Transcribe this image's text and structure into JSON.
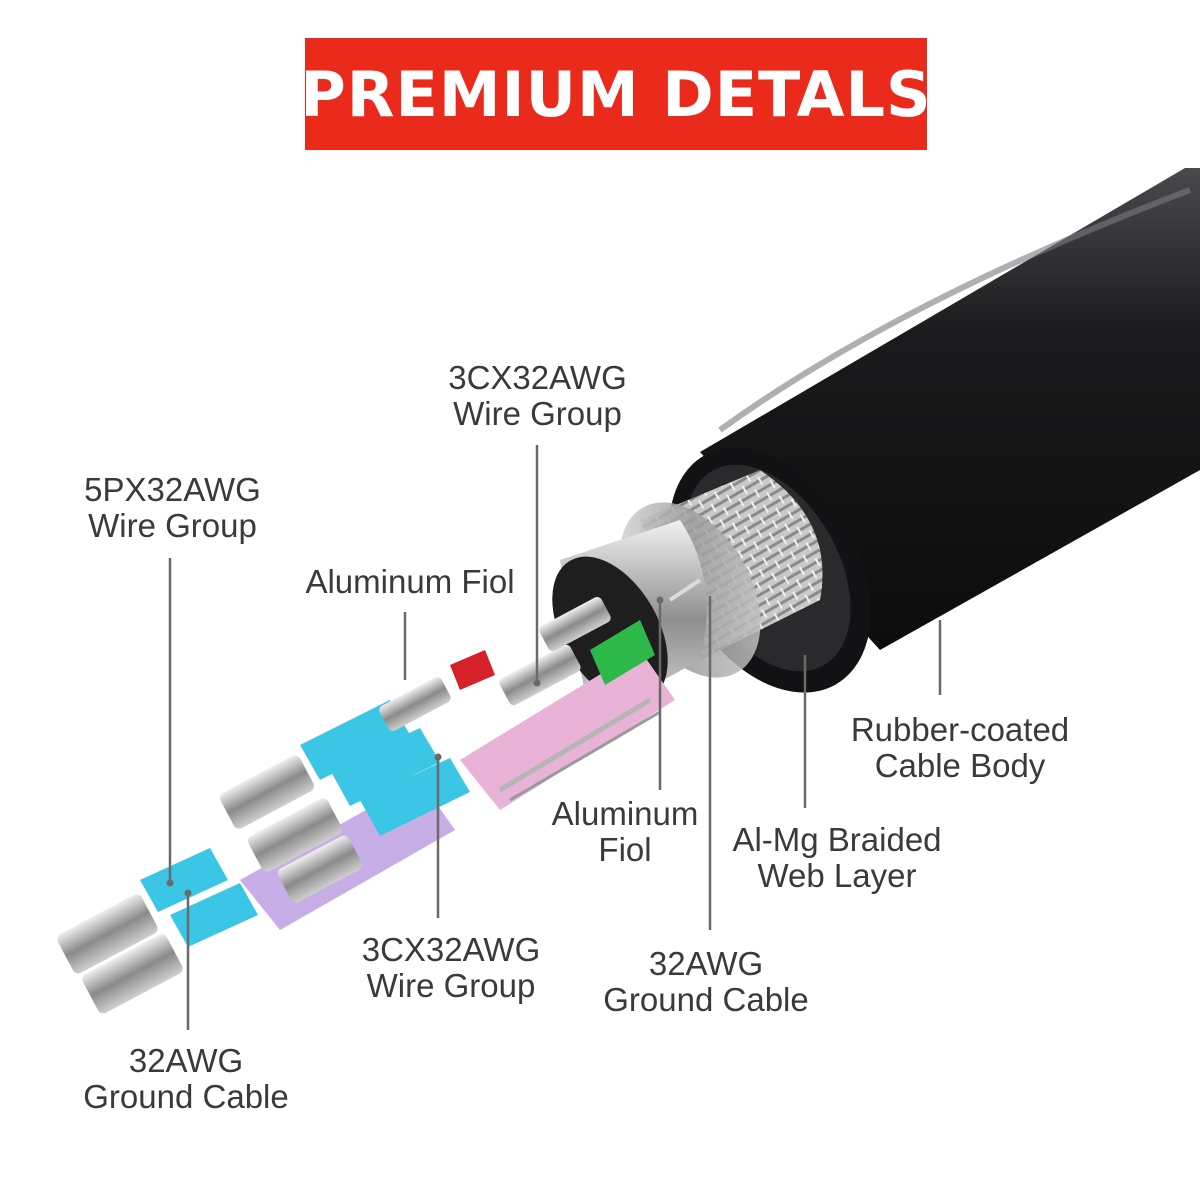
{
  "title": "PREMIUM DETALS",
  "colors": {
    "banner": "#ea2a1a",
    "jacket": "#1d1d1f",
    "braid": "#b8b8b8",
    "blue_insulation": "#3bc6e6",
    "pink_insulation": "#e8b3d6",
    "purple_insulation": "#c7aee6",
    "green_insulation": "#2db84a",
    "red_insulation": "#d6212a",
    "leader_line": "#6a6a6a"
  },
  "labels": {
    "wire_group_3c_top": {
      "line1": "3CX32AWG",
      "line2": "Wire Group"
    },
    "wire_group_5p": {
      "line1": "5PX32AWG",
      "line2": "Wire Group"
    },
    "aluminum_foil_top": {
      "line1": "Aluminum Fiol"
    },
    "rubber_body": {
      "line1": "Rubber-coated",
      "line2": "Cable Body"
    },
    "aluminum_foil_bottom": {
      "line1": "Aluminum",
      "line2": "Fiol"
    },
    "braided_layer": {
      "line1": "Al-Mg Braided",
      "line2": "Web Layer"
    },
    "wire_group_3c_bottom": {
      "line1": "3CX32AWG",
      "line2": "Wire Group"
    },
    "ground_cable_mid": {
      "line1": "32AWG",
      "line2": "Ground Cable"
    },
    "ground_cable_left": {
      "line1": "32AWG",
      "line2": "Ground Cable"
    }
  }
}
